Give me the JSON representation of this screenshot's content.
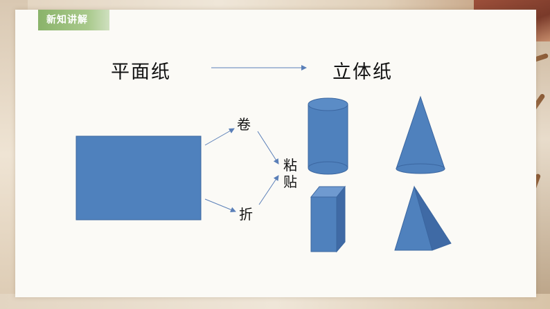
{
  "badge": {
    "label": "新知讲解"
  },
  "diagram": {
    "left_title": "平面纸",
    "right_title": "立体纸",
    "roll_label": "卷",
    "fold_label": "折",
    "glue_label_1": "粘",
    "glue_label_2": "贴"
  },
  "colors": {
    "shape_fill": "#4f81bd",
    "shape_edge": "#3b66a0",
    "arrow": "#5a7fb8",
    "badge_green": "#8ab36a"
  },
  "icons": {
    "rectangle": "flat-paper-rectangle",
    "cylinder": "cylinder-shape",
    "cone": "cone-shape",
    "prism": "rectangular-prism-shape",
    "pyramid": "pyramid-shape"
  }
}
